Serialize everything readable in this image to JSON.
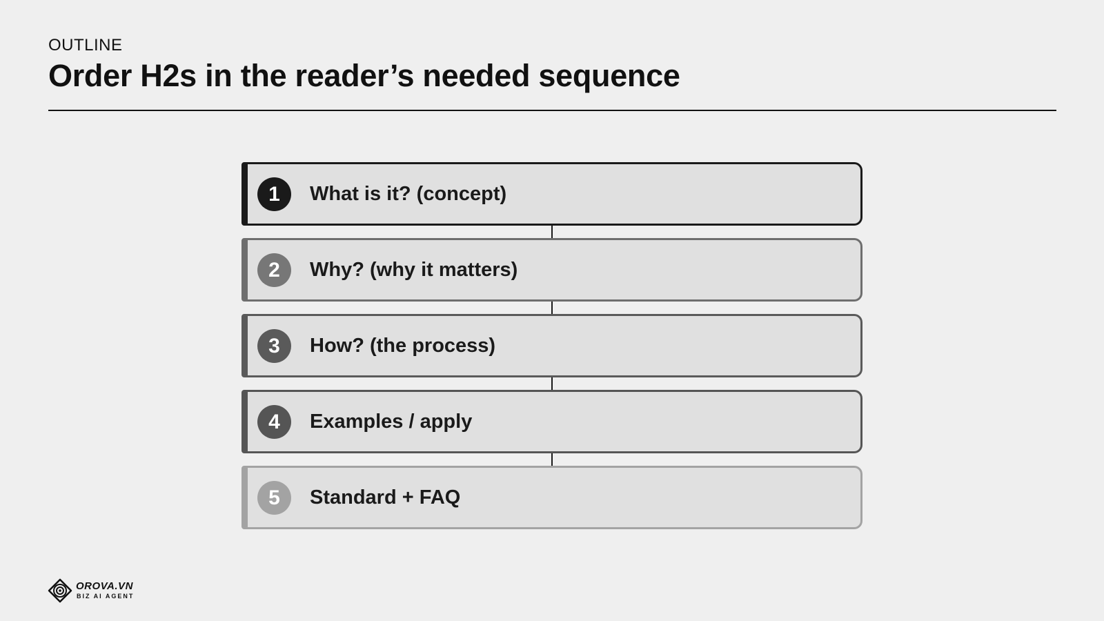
{
  "header": {
    "eyebrow": "OUTLINE",
    "title": "Order H2s in the reader’s needed sequence"
  },
  "steps": [
    {
      "number": "1",
      "label": "What is it? (concept)",
      "badge_color": "#1a1a1a",
      "border_color": "#1a1a1a"
    },
    {
      "number": "2",
      "label": "Why? (why it matters)",
      "badge_color": "#777777",
      "border_color": "#6e6e6e"
    },
    {
      "number": "3",
      "label": "How? (the process)",
      "badge_color": "#5a5a5a",
      "border_color": "#5a5a5a"
    },
    {
      "number": "4",
      "label": "Examples / apply",
      "badge_color": "#555555",
      "border_color": "#555555"
    },
    {
      "number": "5",
      "label": "Standard + FAQ",
      "badge_color": "#a3a3a3",
      "border_color": "#a3a3a3"
    }
  ],
  "footer": {
    "brand": "OROVA.VN",
    "tagline": "BIZ AI AGENT",
    "logo_icon": "orova-logo-icon"
  }
}
